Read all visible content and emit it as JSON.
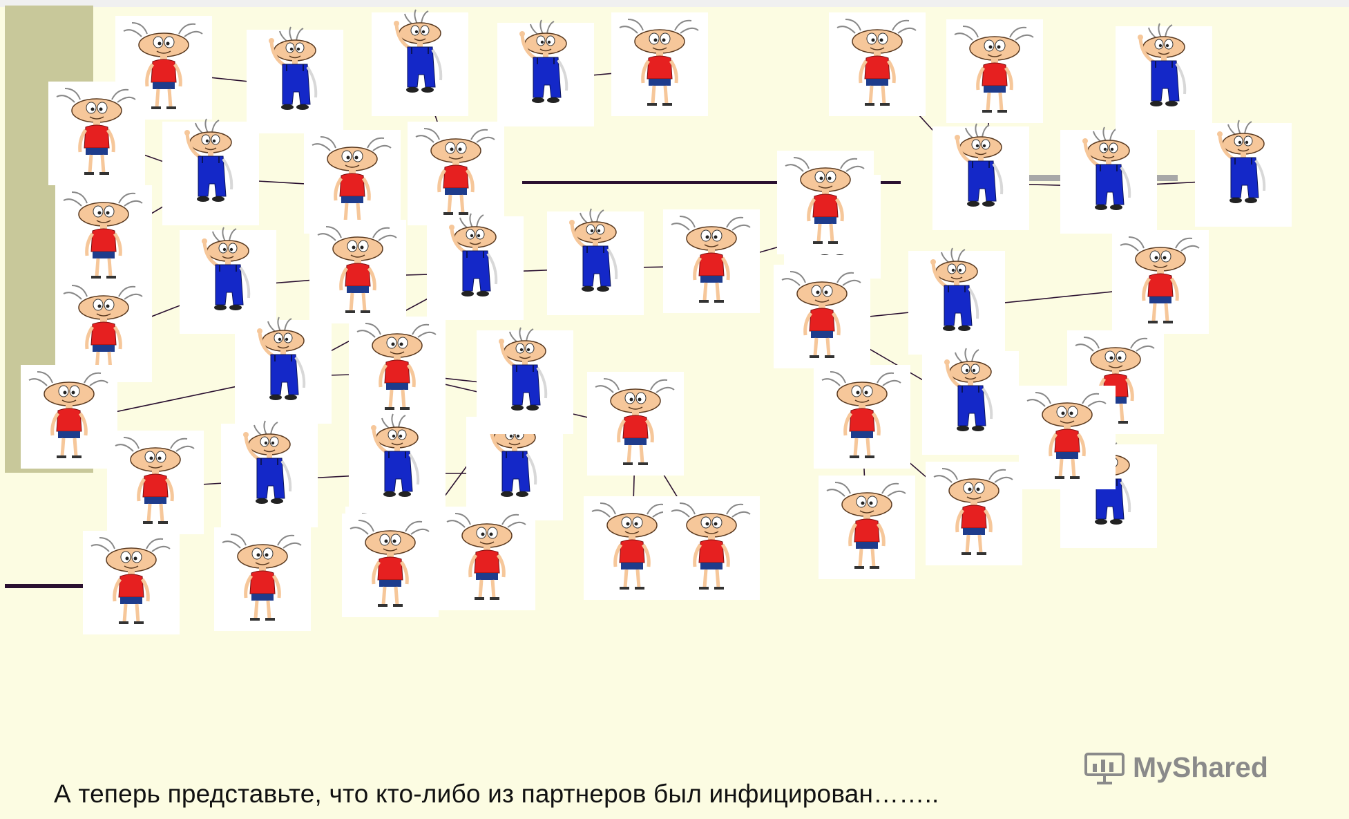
{
  "caption": "А теперь представьте, что кто-либо из партнеров был инфицирован……..",
  "watermark": {
    "text": "MyShared",
    "icon": "presentation-board-icon"
  },
  "colors": {
    "background": "#fcfce2",
    "sidebar": "#c8c89a",
    "skin": "#f6c79a",
    "red_shirt": "#e62020",
    "blue_overalls": "#1428c8",
    "shorts": "#1e3c8c",
    "line": "#2a1030"
  },
  "figure_types": {
    "red": "character-red-shirt",
    "blue": "character-blue-overalls"
  },
  "nodes": [
    {
      "id": "n1",
      "type": "red"
    },
    {
      "id": "n2",
      "type": "blue"
    },
    {
      "id": "n3",
      "type": "blue"
    },
    {
      "id": "n4",
      "type": "blue"
    },
    {
      "id": "n5",
      "type": "red"
    },
    {
      "id": "n6",
      "type": "red"
    },
    {
      "id": "n7",
      "type": "blue"
    },
    {
      "id": "n8",
      "type": "red"
    },
    {
      "id": "n9",
      "type": "red"
    },
    {
      "id": "n10",
      "type": "red"
    },
    {
      "id": "n11",
      "type": "blue"
    },
    {
      "id": "n12",
      "type": "red"
    },
    {
      "id": "n13",
      "type": "blue"
    },
    {
      "id": "n14",
      "type": "red"
    },
    {
      "id": "n15",
      "type": "blue"
    },
    {
      "id": "n16",
      "type": "red"
    },
    {
      "id": "n17",
      "type": "blue"
    },
    {
      "id": "n18",
      "type": "red"
    },
    {
      "id": "n19",
      "type": "red"
    },
    {
      "id": "n20",
      "type": "blue"
    },
    {
      "id": "n21",
      "type": "red"
    },
    {
      "id": "n22",
      "type": "blue"
    },
    {
      "id": "n23",
      "type": "red"
    },
    {
      "id": "n24",
      "type": "blue"
    },
    {
      "id": "n25",
      "type": "blue"
    },
    {
      "id": "n26",
      "type": "blue"
    },
    {
      "id": "n27",
      "type": "red"
    },
    {
      "id": "n28",
      "type": "red"
    },
    {
      "id": "n29",
      "type": "red"
    },
    {
      "id": "n30",
      "type": "red"
    },
    {
      "id": "n31",
      "type": "red"
    },
    {
      "id": "n32",
      "type": "red"
    },
    {
      "id": "n33",
      "type": "red"
    },
    {
      "id": "n34",
      "type": "red"
    },
    {
      "id": "n35",
      "type": "blue"
    },
    {
      "id": "n36",
      "type": "blue"
    },
    {
      "id": "n37",
      "type": "blue"
    },
    {
      "id": "n38",
      "type": "blue"
    },
    {
      "id": "n39",
      "type": "red"
    },
    {
      "id": "n40",
      "type": "blue"
    },
    {
      "id": "n41",
      "type": "red"
    },
    {
      "id": "n42",
      "type": "red"
    },
    {
      "id": "n43",
      "type": "blue"
    },
    {
      "id": "n44",
      "type": "red"
    },
    {
      "id": "n45",
      "type": "red"
    },
    {
      "id": "n46",
      "type": "blue"
    },
    {
      "id": "n47",
      "type": "red"
    },
    {
      "id": "n48",
      "type": "red"
    },
    {
      "id": "n49",
      "type": "red"
    },
    {
      "id": "n50",
      "type": "red"
    }
  ],
  "edges": [
    [
      "n1",
      "n2"
    ],
    [
      "n2",
      "n8"
    ],
    [
      "n3",
      "n9"
    ],
    [
      "n4",
      "n9"
    ],
    [
      "n4",
      "n5"
    ],
    [
      "n6",
      "n7"
    ],
    [
      "n7",
      "n8"
    ],
    [
      "n7",
      "n10"
    ],
    [
      "n9",
      "n13"
    ],
    [
      "n12",
      "n13"
    ],
    [
      "n11",
      "n12"
    ],
    [
      "n11",
      "n14"
    ],
    [
      "n13",
      "n15"
    ],
    [
      "n15",
      "n16"
    ],
    [
      "n16",
      "n17"
    ],
    [
      "n17",
      "n18"
    ],
    [
      "n13",
      "n20"
    ],
    [
      "n13",
      "n21"
    ],
    [
      "n19",
      "n20"
    ],
    [
      "n20",
      "n21"
    ],
    [
      "n21",
      "n26"
    ],
    [
      "n21",
      "n27"
    ],
    [
      "n22",
      "n23"
    ],
    [
      "n22",
      "n24"
    ],
    [
      "n24",
      "n25"
    ],
    [
      "n24",
      "n30"
    ],
    [
      "n25",
      "n31"
    ],
    [
      "n26",
      "n32"
    ],
    [
      "n27",
      "n33"
    ],
    [
      "n27",
      "n34"
    ],
    [
      "n33",
      "n34"
    ],
    [
      "n17",
      "n39"
    ],
    [
      "n39",
      "n40"
    ],
    [
      "n40",
      "n41"
    ],
    [
      "n39",
      "n42"
    ],
    [
      "n39",
      "n43"
    ],
    [
      "n42",
      "n45"
    ],
    [
      "n42",
      "n47"
    ],
    [
      "n43",
      "n44"
    ],
    [
      "n43",
      "n46"
    ],
    [
      "n37",
      "n36"
    ],
    [
      "n35",
      "n36"
    ],
    [
      "n35",
      "n28"
    ],
    [
      "n35",
      "n29"
    ],
    [
      "n36",
      "n38"
    ],
    [
      "n48",
      "n46"
    ]
  ]
}
